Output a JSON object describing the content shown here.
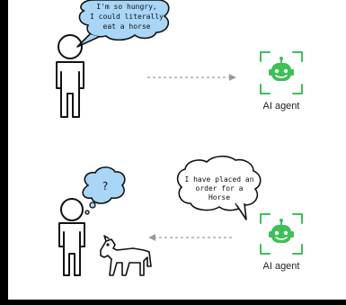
{
  "colors": {
    "frame": "#000000",
    "canvas": "#ffffff",
    "cloud_fill": "#a9d5f7",
    "cloud_stroke": "#111111",
    "agent_green": "#3fbf57",
    "arrow_gray": "#9a9a9a",
    "ink": "#111111"
  },
  "scene_top": {
    "user_bubble": {
      "lines": [
        "I'm so hungry,",
        "I could literally",
        "eat a horse"
      ]
    },
    "agent_label": "AI agent",
    "icons": [
      "person-icon",
      "robot-icon"
    ]
  },
  "scene_bottom": {
    "thought_bubble": {
      "text": "?"
    },
    "agent_bubble": {
      "lines": [
        "I have placed an",
        "order for a",
        "Horse"
      ]
    },
    "agent_label": "AI agent",
    "icons": [
      "person-icon",
      "horse-icon",
      "robot-icon"
    ]
  }
}
